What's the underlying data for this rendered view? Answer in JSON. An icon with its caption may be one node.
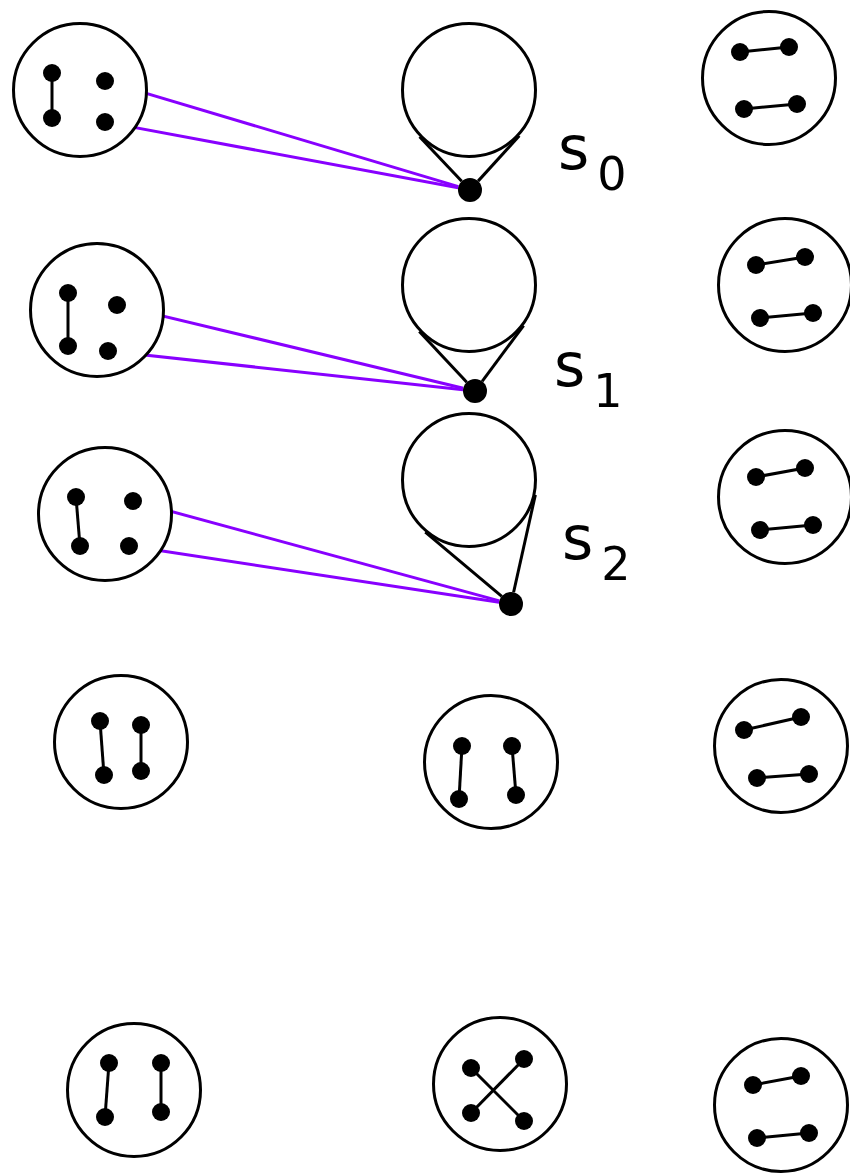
{
  "diagram": {
    "nodes": [
      {
        "text": [],
        "shape": "circle"
      },
      {
        "text": [],
        "shape": "circle",
        "in": 0
      },
      {
        "text": [],
        "shape": "circle",
        "in": 0
      },
      {
        "text": [],
        "shape": "circle"
      },
      {
        "text": [],
        "shape": "circle"
      },
      {
        "text": [],
        "shape": "circle"
      },
      {
        "text": [],
        "shape": "circle"
      },
      {
        "text": [],
        "shape": "circle",
        "in": 6
      },
      {
        "text": [],
        "shape": "circle",
        "in": 6
      },
      {
        "text": [],
        "shape": "circle"
      },
      {
        "text": [],
        "shape": "circle"
      },
      {
        "text": [],
        "shape": "circle"
      },
      {
        "text": [],
        "shape": "circle"
      },
      {
        "text": [],
        "shape": "circle",
        "in": 12
      },
      {
        "text": [],
        "shape": "circle",
        "in": 12
      },
      {
        "text": [],
        "shape": "circle"
      },
      {
        "text": [],
        "shape": "circle"
      },
      {
        "text": [],
        "shape": "circle"
      },
      {
        "text": [],
        "shape": "circle"
      },
      {
        "text": [],
        "shape": "circle"
      },
      {
        "text": [],
        "shape": "circle"
      },
      {
        "text": [],
        "shape": "circle"
      },
      {
        "text": [],
        "shape": "circle"
      },
      {
        "text": [],
        "shape": "circle"
      }
    ],
    "edges": [
      {
        "from": 1,
        "to": 4,
        "arrow": "none",
        "color": "#8800ff"
      },
      {
        "from": 2,
        "to": 4,
        "arrow": "none",
        "color": "#8800ff"
      },
      {
        "from": 4,
        "to": 3,
        "arrow": "none",
        "color": "#000000"
      },
      {
        "from": 4,
        "to": 3,
        "arrow": "none",
        "color": "#000000"
      },
      {
        "from": 7,
        "to": 10,
        "arrow": "none",
        "color": "#8800ff"
      },
      {
        "from": 8,
        "to": 10,
        "arrow": "none",
        "color": "#8800ff"
      },
      {
        "from": 10,
        "to": 9,
        "arrow": "none",
        "color": "#000000"
      },
      {
        "from": 10,
        "to": 9,
        "arrow": "none",
        "color": "#000000"
      },
      {
        "from": 13,
        "to": 16,
        "arrow": "none",
        "color": "#8800ff"
      },
      {
        "from": 14,
        "to": 16,
        "arrow": "none",
        "color": "#8800ff"
      },
      {
        "from": 16,
        "to": 15,
        "arrow": "none",
        "color": "#000000"
      },
      {
        "from": 16,
        "to": 15,
        "arrow": "none",
        "color": "#000000"
      }
    ],
    "labels": [
      "s$_{0}$",
      "s$_{1}$",
      "s$_{2}$"
    ]
  }
}
